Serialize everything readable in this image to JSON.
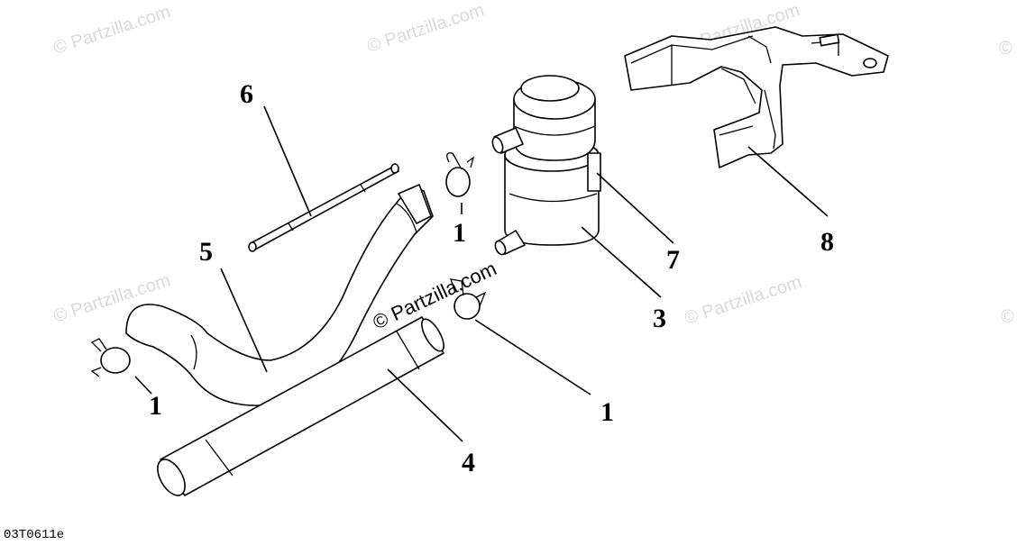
{
  "diagram": {
    "callouts": {
      "c1a": "1",
      "c1b": "1",
      "c1c": "1",
      "c3": "3",
      "c4": "4",
      "c5": "5",
      "c6": "6",
      "c7": "7",
      "c8": "8"
    },
    "watermarks": {
      "w1": "© Partzilla.com",
      "w2": "© Partzilla.com",
      "w3": "© Partzilla.com",
      "w4": "© Partzilla.com",
      "w5": "© Partzilla.com",
      "w6": "©",
      "w7": "©",
      "center": "© Partzilla.com"
    },
    "drawing_code": "03T0611e"
  }
}
